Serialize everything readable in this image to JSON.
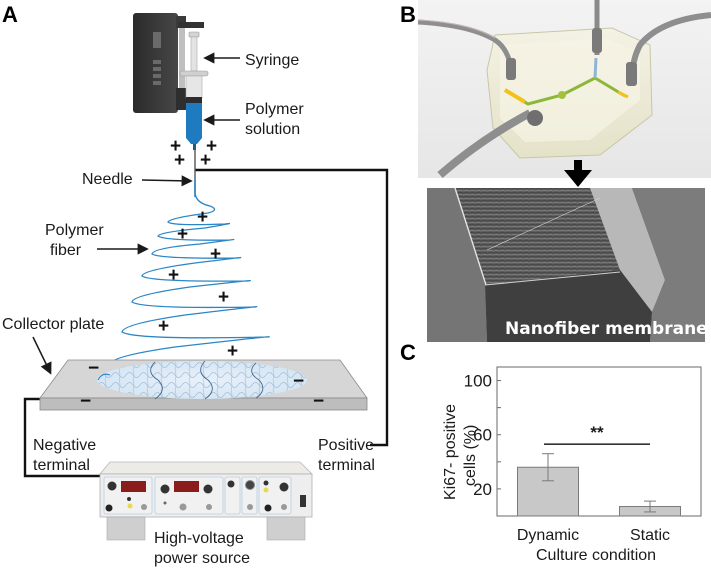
{
  "figure": {
    "panels": {
      "a": {
        "letter": "A",
        "labels": {
          "syringe": "Syringe",
          "polymer_solution_line1": "Polymer",
          "polymer_solution_line2": "solution",
          "needle": "Needle",
          "polymer_fiber_line1": "Polymer",
          "polymer_fiber_line2": "fiber",
          "collector_plate": "Collector plate",
          "negative_terminal_line1": "Negative",
          "negative_terminal_line2": "terminal",
          "positive_terminal_line1": "Positive",
          "positive_terminal_line2": "terminal",
          "power_source_line1": "High-voltage",
          "power_source_line2": "power source"
        },
        "charge_symbols": {
          "positive": "+",
          "negative": "−"
        },
        "colors": {
          "polymer": "#1f7bbf",
          "fiber": "#2a86c6",
          "pump_body": "#3a3a3a",
          "plate": "#c8c8c8",
          "display": "#8b1c1c"
        }
      },
      "b": {
        "letter": "B",
        "sem_caption": "Nanofiber membrane",
        "colors": {
          "channel_yellow": "#f2c21a",
          "channel_green": "#8cb83a",
          "channel_blue": "#8fb4d8"
        }
      },
      "c": {
        "letter": "C"
      }
    }
  },
  "chart_data": {
    "type": "bar",
    "title": "",
    "categories": [
      "Dynamic",
      "Static"
    ],
    "values": [
      36,
      7
    ],
    "error_bars": [
      {
        "low": 26,
        "high": 46
      },
      {
        "low": 3,
        "high": 11
      }
    ],
    "xlabel": "Culture condition",
    "ylabel_line1": "Ki67- positive",
    "ylabel_line2": "cells (%)",
    "ylim": [
      0,
      110
    ],
    "yticks": [
      20,
      40,
      60,
      80,
      100
    ],
    "ytick_labels": [
      "20",
      "",
      "60",
      "",
      "100"
    ],
    "significance": {
      "between": [
        "Dynamic",
        "Static"
      ],
      "label": "**",
      "y": 53
    },
    "bar_color": "#c8c8c8",
    "grid": false,
    "legend": "none"
  }
}
